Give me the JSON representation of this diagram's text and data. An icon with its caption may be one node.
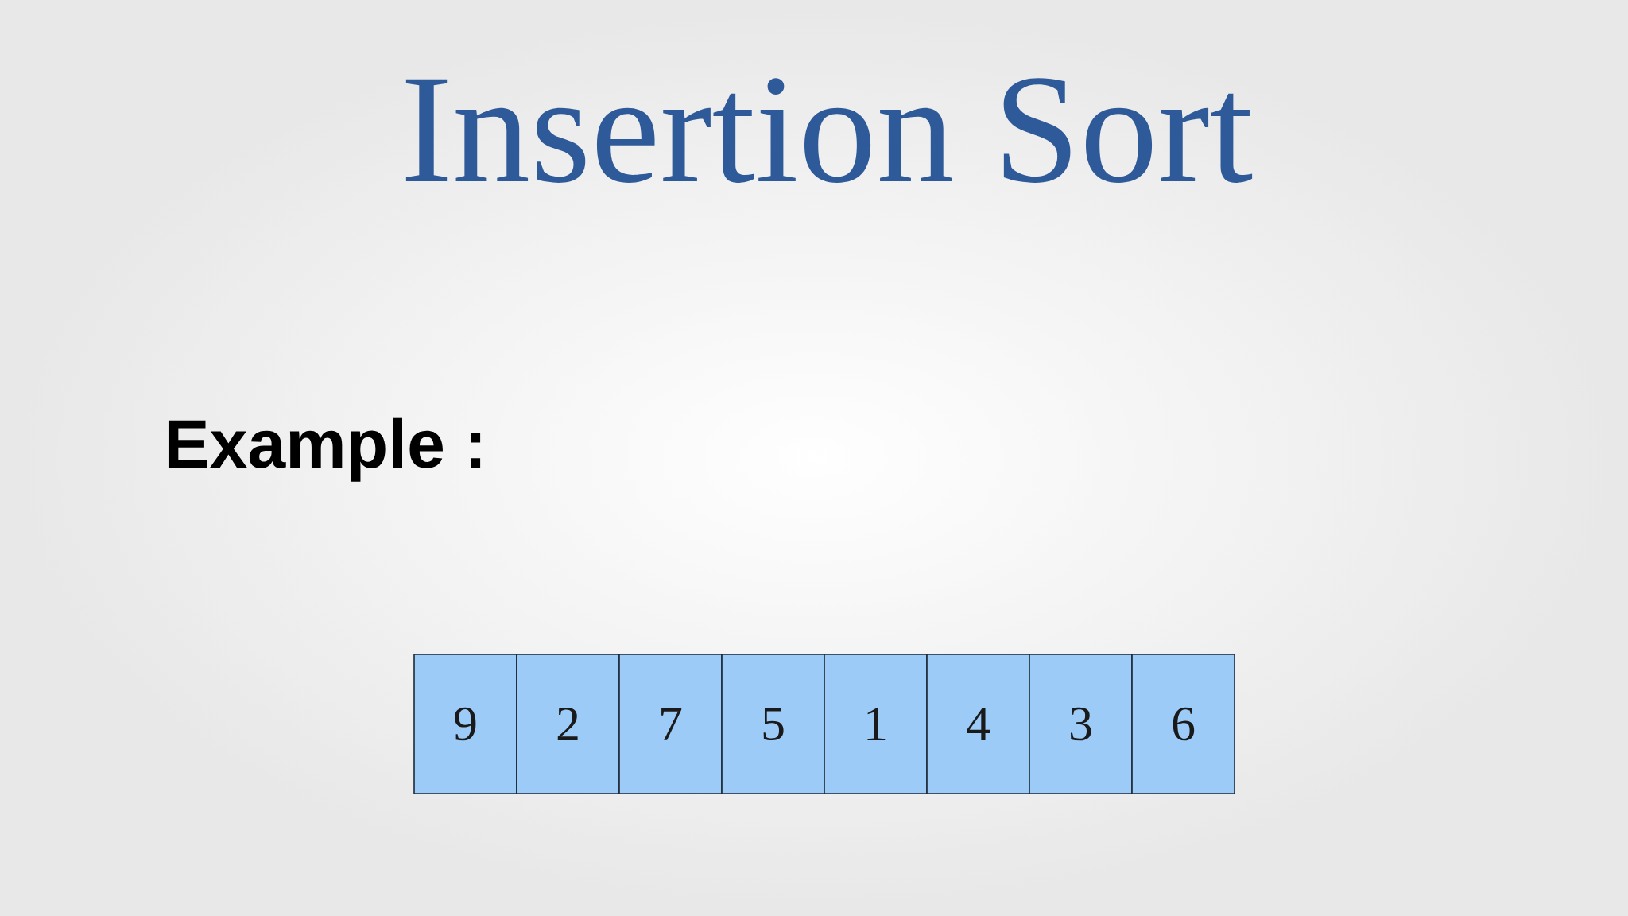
{
  "diagram": {
    "title": "Insertion Sort",
    "nodes": [
      {
        "text": [
          "9"
        ]
      },
      {
        "text": [
          "2"
        ]
      },
      {
        "text": [
          "7"
        ]
      },
      {
        "text": [
          "5"
        ]
      },
      {
        "text": [
          "1"
        ]
      },
      {
        "text": [
          "4"
        ]
      },
      {
        "text": [
          "3"
        ]
      },
      {
        "text": [
          "6"
        ]
      }
    ],
    "labels": [
      "Example :"
    ]
  }
}
